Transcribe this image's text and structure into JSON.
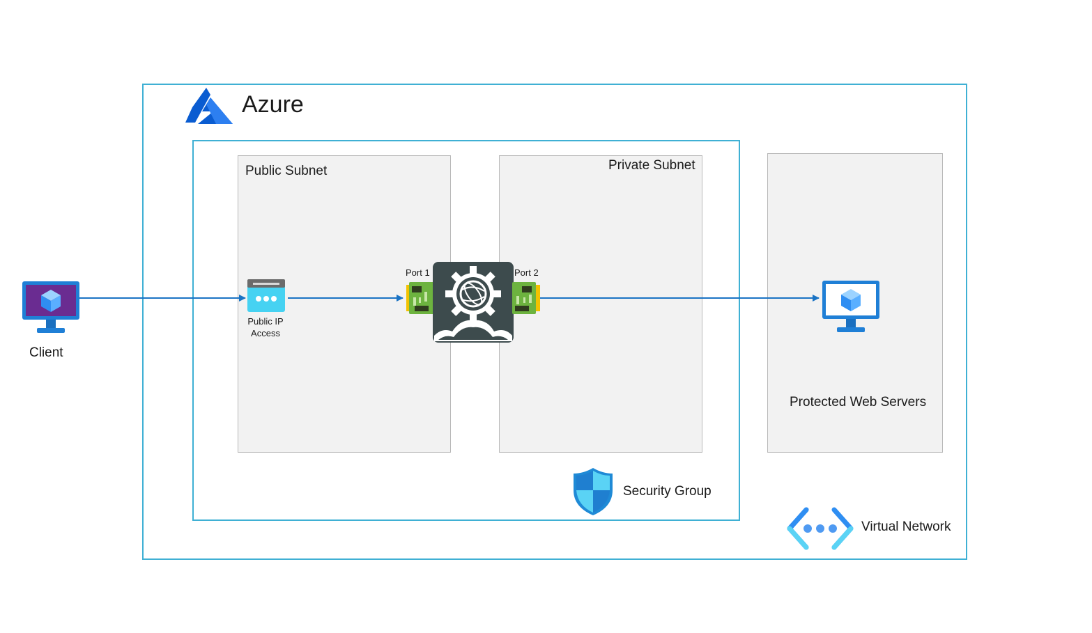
{
  "diagram": {
    "cloud_title": "Azure",
    "public_subnet": "Public Subnet",
    "private_subnet": "Private Subnet",
    "protected_servers": "Protected Web Servers",
    "client": "Client",
    "security_group": "Security Group",
    "virtual_network": "Virtual Network",
    "port1": "Port 1",
    "port2": "Port 2",
    "public_ip_line1": "Public IP",
    "public_ip_line2": "Access"
  },
  "icons": {
    "azure_logo": "azure-logo",
    "client": "virtual-machine-monitor",
    "public_ip": "public-ip",
    "firewall": "gear-globe-appliance",
    "port": "network-interface-card",
    "server": "virtual-machine-monitor",
    "security_group": "shield",
    "virtual_network": "virtual-network"
  },
  "colors": {
    "boundary": "#3fb0d4",
    "arrow": "#1a73c4",
    "subnet_fill": "#f2f2f2",
    "appliance": "#3d4b4d",
    "client_screen": "#6a2c91",
    "azure_blue": "#0a5cd1"
  }
}
